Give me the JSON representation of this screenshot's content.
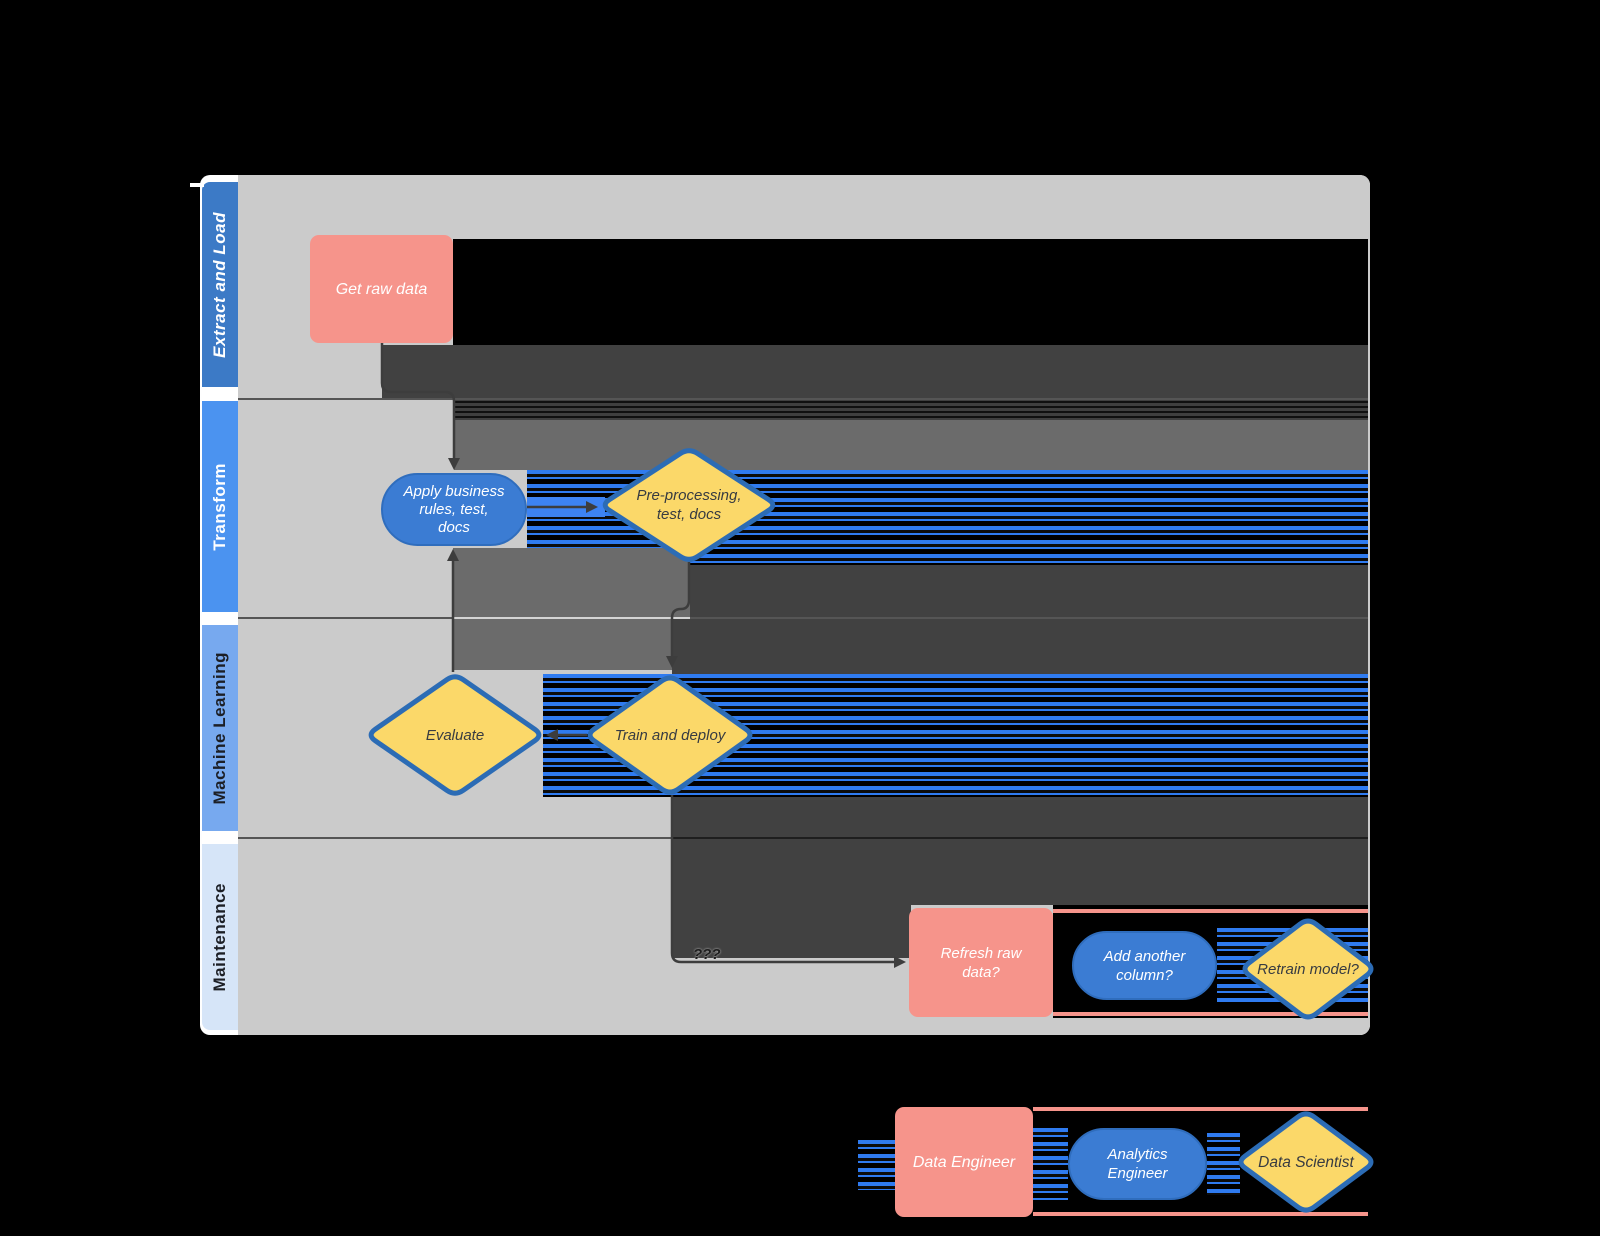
{
  "diagram": {
    "lanes": [
      {
        "label": "Extract and Load",
        "color": "#3c7ac6",
        "text_color": "#ffffff"
      },
      {
        "label": "Transform",
        "color": "#4b93f0",
        "text_color": "#ffffff"
      },
      {
        "label": "Machine Learning",
        "color": "#77a9ef",
        "text_color": "#1c1f26"
      },
      {
        "label": "Maintenance",
        "color": "#d6e5f8",
        "text_color": "#1c1f26"
      }
    ],
    "nodes": {
      "get_raw_data": {
        "label": "Get raw data"
      },
      "apply_rules": {
        "label": "Apply business\nrules, test,\ndocs"
      },
      "preprocessing": {
        "label": "Pre-processing,\ntest, docs"
      },
      "evaluate": {
        "label": "Evaluate"
      },
      "train_deploy": {
        "label": "Train and deploy"
      },
      "refresh_raw": {
        "label": "Refresh raw\ndata?"
      },
      "add_column": {
        "label": "Add another\ncolumn?"
      },
      "retrain": {
        "label": "Retrain model?"
      }
    },
    "edge_label": "???",
    "legend": {
      "data_engineer": {
        "label": "Data Engineer"
      },
      "analytics_engineer": {
        "label": "Analytics\nEngineer"
      },
      "data_scientist": {
        "label": "Data Scientist"
      }
    },
    "colors": {
      "background": "#000000",
      "lane_content": "#cbcbcb",
      "salmon_node": "#f6948b",
      "blue_node": "#3b7cd3",
      "yellow_node": "#fbd869",
      "diamond_border": "#2c6cb5",
      "arrow": "#3d3d3d",
      "glitch_dark": "#414141",
      "glitch_mid": "#6b6b6b",
      "glitch_blue": "#3079f2"
    }
  }
}
